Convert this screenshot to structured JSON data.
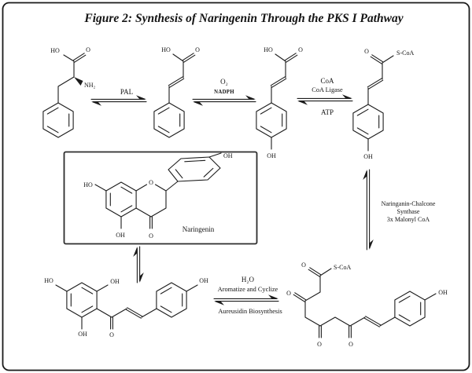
{
  "figure": {
    "title": "Figure 2: Synthesis of Naringenin Through the PKS I Pathway",
    "background_color": "#ffffff",
    "line_color": "#1c1c1c",
    "border_color": "#1a1a1a"
  },
  "atoms": {
    "HO": "HO",
    "OH": "OH",
    "O": "O",
    "NH2": "NH₂",
    "S_CoA": "S-CoA"
  },
  "molecules": {
    "naringenin_name": "Naringenin"
  },
  "reactions": {
    "pal": "PAL",
    "o2": "O₂",
    "nadph": "NADPH",
    "coa": "CoA",
    "coa_ligase": "CoA Ligase",
    "atp": "ATP",
    "ncs_line1": "Naringanin-Chalcone",
    "ncs_line2": "Synthase",
    "ncs_line3": "3x Malonyl CoA",
    "h2o": "H₂O",
    "aromatize": "Aromatize and Cyclize",
    "aureusidin": "Aureusidin Biosynthesis"
  }
}
